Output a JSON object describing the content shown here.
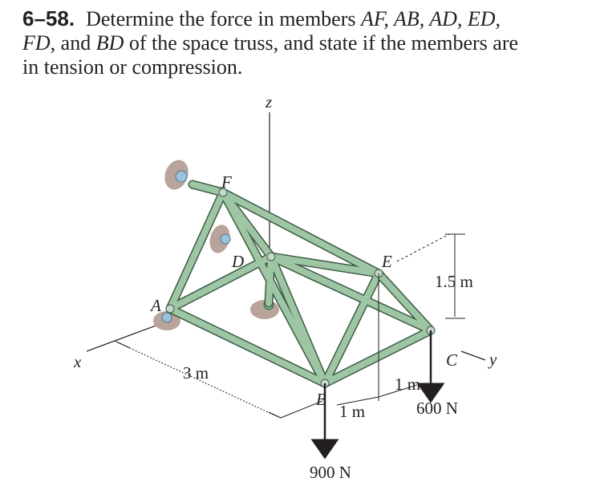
{
  "problem": {
    "number": "6–58.",
    "line1_pre": "Determine the force in members ",
    "members1": "AF, AB, AD, ED,",
    "members2": "FD",
    "and": ", and ",
    "member_bd": "BD",
    "line2_post": " of the space truss, and state if the members are",
    "line3": "in tension or compression."
  },
  "figure": {
    "axes": {
      "x": "x",
      "y": "y",
      "z": "z"
    },
    "joints": {
      "A": "A",
      "B": "B",
      "C": "C",
      "D": "D",
      "E": "E",
      "F": "F"
    },
    "dimensions": {
      "width": "3 m",
      "height": "1.5 m",
      "offset_left": "1 m",
      "offset_right": "1 m"
    },
    "loads": {
      "at_B": "900 N",
      "at_C": "600 N"
    },
    "colors": {
      "member_fill": "#9fc6a4",
      "member_edge": "#3d5c43",
      "support": "#b8a49a",
      "ball": "#9cc2dc"
    }
  }
}
